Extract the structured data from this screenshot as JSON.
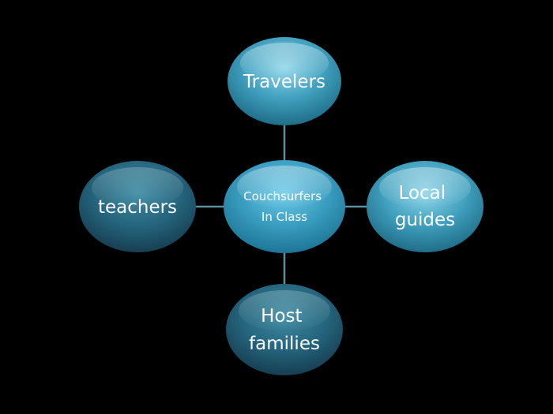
{
  "diagram": {
    "center": {
      "lines": [
        "Couchsurfers",
        "In Class"
      ]
    },
    "nodes": {
      "top": {
        "lines": [
          "Travelers"
        ],
        "style": "light"
      },
      "left": {
        "lines": [
          "teachers"
        ],
        "style": "dark"
      },
      "right": {
        "lines": [
          "Local",
          "guides"
        ],
        "style": "light"
      },
      "bottom": {
        "lines": [
          "Host",
          "families"
        ],
        "style": "dark"
      }
    }
  },
  "colors": {
    "background": "#000000",
    "light_node_core": "#8fd6ea",
    "light_node_mid": "#3f9fbd",
    "light_node_edge": "#1f6e88",
    "dark_node_core": "#3f8ca4",
    "dark_node_mid": "#23627a",
    "dark_node_edge": "#173f52",
    "center_core": "#5dbfe0",
    "center_edge": "#1e7697",
    "connector": "#5f8ea0",
    "text": "#ffffff"
  }
}
